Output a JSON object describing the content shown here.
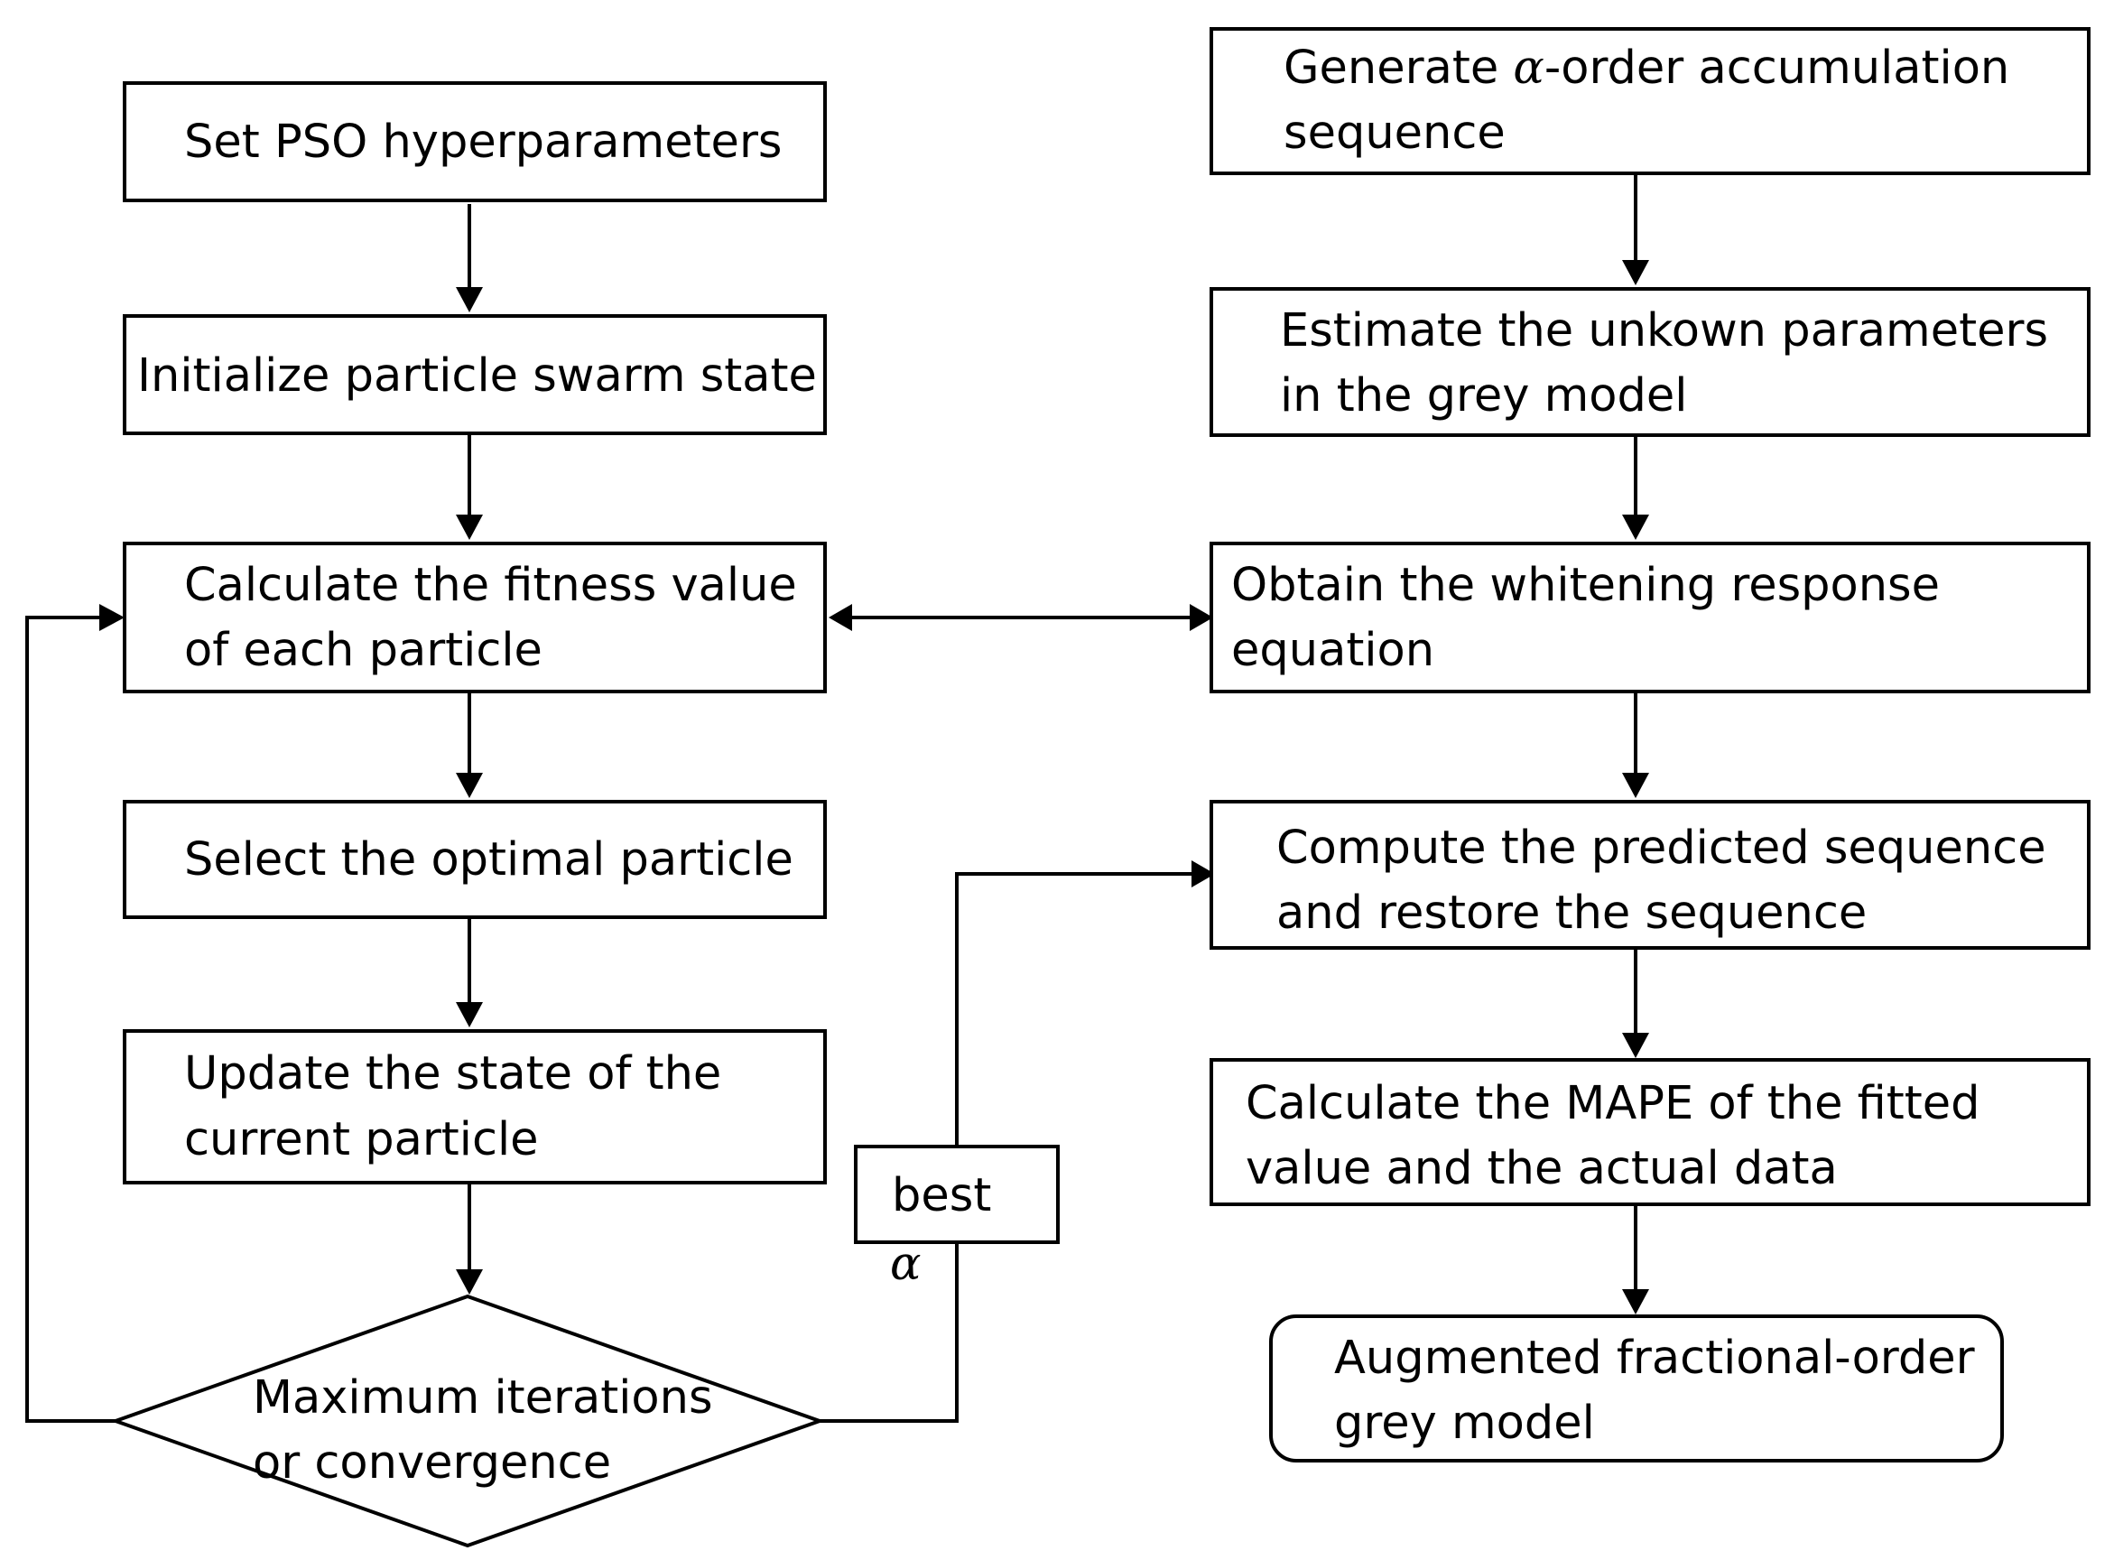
{
  "pso": {
    "set_hyperparameters": "Set PSO hyperparameters",
    "initialize": "Initialize particle swarm state",
    "fitness_line1": "Calculate the fitness value",
    "fitness_line2": "of each particle",
    "select_optimal": "Select the optimal particle",
    "update_line1": "Update the state of the",
    "update_line2": "current particle",
    "decision_line1": "Maximum iterations",
    "decision_line2": "or convergence"
  },
  "best_alpha": {
    "word": "best",
    "symbol": "α"
  },
  "grey": {
    "generate_prefix": "Generate ",
    "generate_symbol": "α",
    "generate_suffix": "-order accumulation",
    "generate_line2": "sequence",
    "estimate_line1": "Estimate the unkown parameters",
    "estimate_line2": "in the grey model",
    "whitening_line1": "Obtain the whitening response",
    "whitening_line2": "equation",
    "predict_line1": "Compute the predicted sequence",
    "predict_line2": "and restore the sequence",
    "mape_line1": "Calculate the MAPE of the fitted",
    "mape_line2": "value and the actual data",
    "result_line1": "Augmented fractional-order",
    "result_line2": "grey model"
  }
}
